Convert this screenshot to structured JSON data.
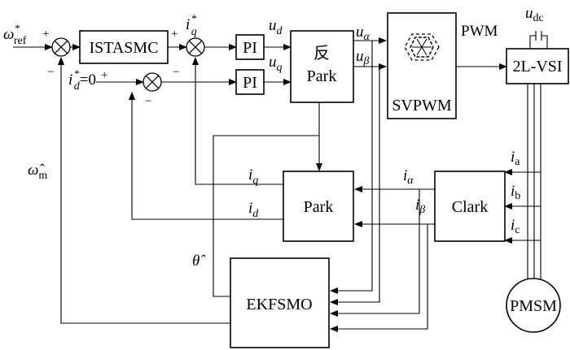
{
  "blocks": {
    "istasmc": "ISTASMC",
    "pi1": "PI",
    "pi2": "PI",
    "inv_park_line1": "反",
    "inv_park_line2": "Park",
    "svpwm": "SVPWM",
    "vsi": "2L-VSI",
    "park": "Park",
    "clark": "Clark",
    "ekfsmo": "EKFSMO",
    "pmsm": "PMSM"
  },
  "signals": {
    "omega_ref": "ω",
    "omega_ref_sup": "*",
    "omega_ref_sub": "ref",
    "iq_ref": "i",
    "iq_ref_sup": "*",
    "iq_ref_sub": "q",
    "id_ref": "i",
    "id_ref_sup": "*",
    "id_ref_sub": "d",
    "id_ref_value": "=0",
    "ud": "u",
    "ud_sub": "d",
    "uq": "u",
    "uq_sub": "q",
    "ualpha": "u",
    "ualpha_sub": "α",
    "ubeta": "u",
    "ubeta_sub": "β",
    "pwm": "PWM",
    "udc": "u",
    "udc_sub": "dc",
    "omega_hat": "ω̂",
    "omega_hat_sub": "m",
    "theta_hat": "θ̂",
    "iq": "i",
    "iq_sub": "q",
    "id": "i",
    "id_sub": "d",
    "ialpha": "i",
    "ialpha_sub": "α",
    "ibeta": "i",
    "ibeta_sub": "β",
    "ia": "i",
    "ia_sub": "a",
    "ib": "i",
    "ib_sub": "b",
    "ic": "i",
    "ic_sub": "c"
  },
  "signs": {
    "sum1_plus": "+",
    "sum1_minus": "−",
    "sum2_plus": "+",
    "sum2_minus": "−",
    "sum3_plus": "+",
    "sum3_minus": "−"
  }
}
